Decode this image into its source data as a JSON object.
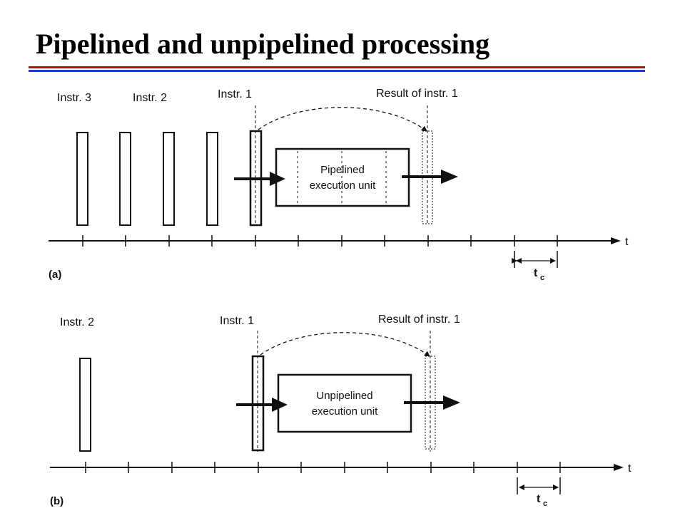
{
  "title": "Pipelined and unpipelined processing",
  "colors": {
    "rule_red": "#cc0000",
    "rule_blue": "#1a3fb8",
    "ink": "#111111"
  },
  "panel_a": {
    "label": "(a)",
    "instr3": "Instr. 3",
    "instr2": "Instr. 2",
    "instr1": "Instr. 1",
    "result": "Result of instr. 1",
    "unit_line1": "Pipelined",
    "unit_line2": "execution unit",
    "axis_label": "t",
    "tc": "t",
    "tc_sub": "c"
  },
  "panel_b": {
    "label": "(b)",
    "instr2": "Instr. 2",
    "instr1": "Instr. 1",
    "result": "Result of instr. 1",
    "unit_line1": "Unpipelined",
    "unit_line2": "execution unit",
    "axis_label": "t",
    "tc": "t",
    "tc_sub": "c"
  }
}
